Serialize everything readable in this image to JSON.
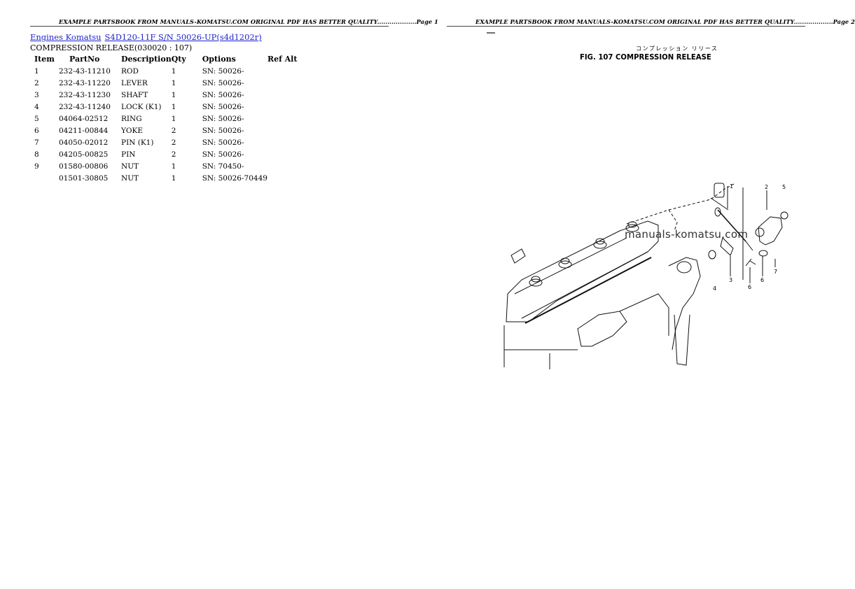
{
  "page1": {
    "header": "EXAMPLE PARTSBOOK FROM MANUALS-KOMATSU.COM ORIGINAL PDF HAS BETTER QUALITY...................Page 1",
    "breadcrumb": {
      "link1": "Engines Komatsu",
      "link2": "S4D120-11F S/N 50026-UP(s4d1202r)"
    },
    "section_title": "COMPRESSION RELEASE(030020 : 107)",
    "table": {
      "headers": [
        "Item",
        "PartNo",
        "Description",
        "Qty",
        "Options",
        "Ref Alt"
      ],
      "rows": [
        {
          "item": "1",
          "part": "232-43-11210",
          "desc": "ROD",
          "qty": "1",
          "opt": "SN: 50026-",
          "ref": ""
        },
        {
          "item": "2",
          "part": "232-43-11220",
          "desc": "LEVER",
          "qty": "1",
          "opt": "SN: 50026-",
          "ref": ""
        },
        {
          "item": "3",
          "part": "232-43-11230",
          "desc": "SHAFT",
          "qty": "1",
          "opt": "SN: 50026-",
          "ref": ""
        },
        {
          "item": "4",
          "part": "232-43-11240",
          "desc": "LOCK (K1)",
          "qty": "1",
          "opt": "SN: 50026-",
          "ref": ""
        },
        {
          "item": "5",
          "part": "04064-02512",
          "desc": "RING",
          "qty": "1",
          "opt": "SN: 50026-",
          "ref": ""
        },
        {
          "item": "6",
          "part": "04211-00844",
          "desc": "YOKE",
          "qty": "2",
          "opt": "SN: 50026-",
          "ref": ""
        },
        {
          "item": "7",
          "part": "04050-02012",
          "desc": "PIN (K1)",
          "qty": "2",
          "opt": "SN: 50026-",
          "ref": ""
        },
        {
          "item": "8",
          "part": "04205-00825",
          "desc": "PIN",
          "qty": "2",
          "opt": "SN: 50026-",
          "ref": ""
        },
        {
          "item": "9",
          "part": "01580-00806",
          "desc": "NUT",
          "qty": "1",
          "opt": "SN: 70450-",
          "ref": ""
        },
        {
          "item": "",
          "part": "01501-30805",
          "desc": "NUT",
          "qty": "1",
          "opt": "SN: 50026-70449",
          "ref": ""
        }
      ]
    }
  },
  "page2": {
    "header": "EXAMPLE PARTSBOOK FROM MANUALS-KOMATSU.COM ORIGINAL PDF HAS BETTER QUALITY...................Page 2",
    "figure": {
      "japanese_title": "コンプレッション リリース",
      "title": "FIG. 107  COMPRESSION RELEASE",
      "watermark": "manuals-komatsu.com",
      "callouts": [
        "1",
        "2",
        "5",
        "3",
        "4",
        "6",
        "6",
        "7"
      ]
    }
  },
  "colors": {
    "link": "#1f22cc",
    "text": "#000000",
    "background": "#ffffff"
  }
}
